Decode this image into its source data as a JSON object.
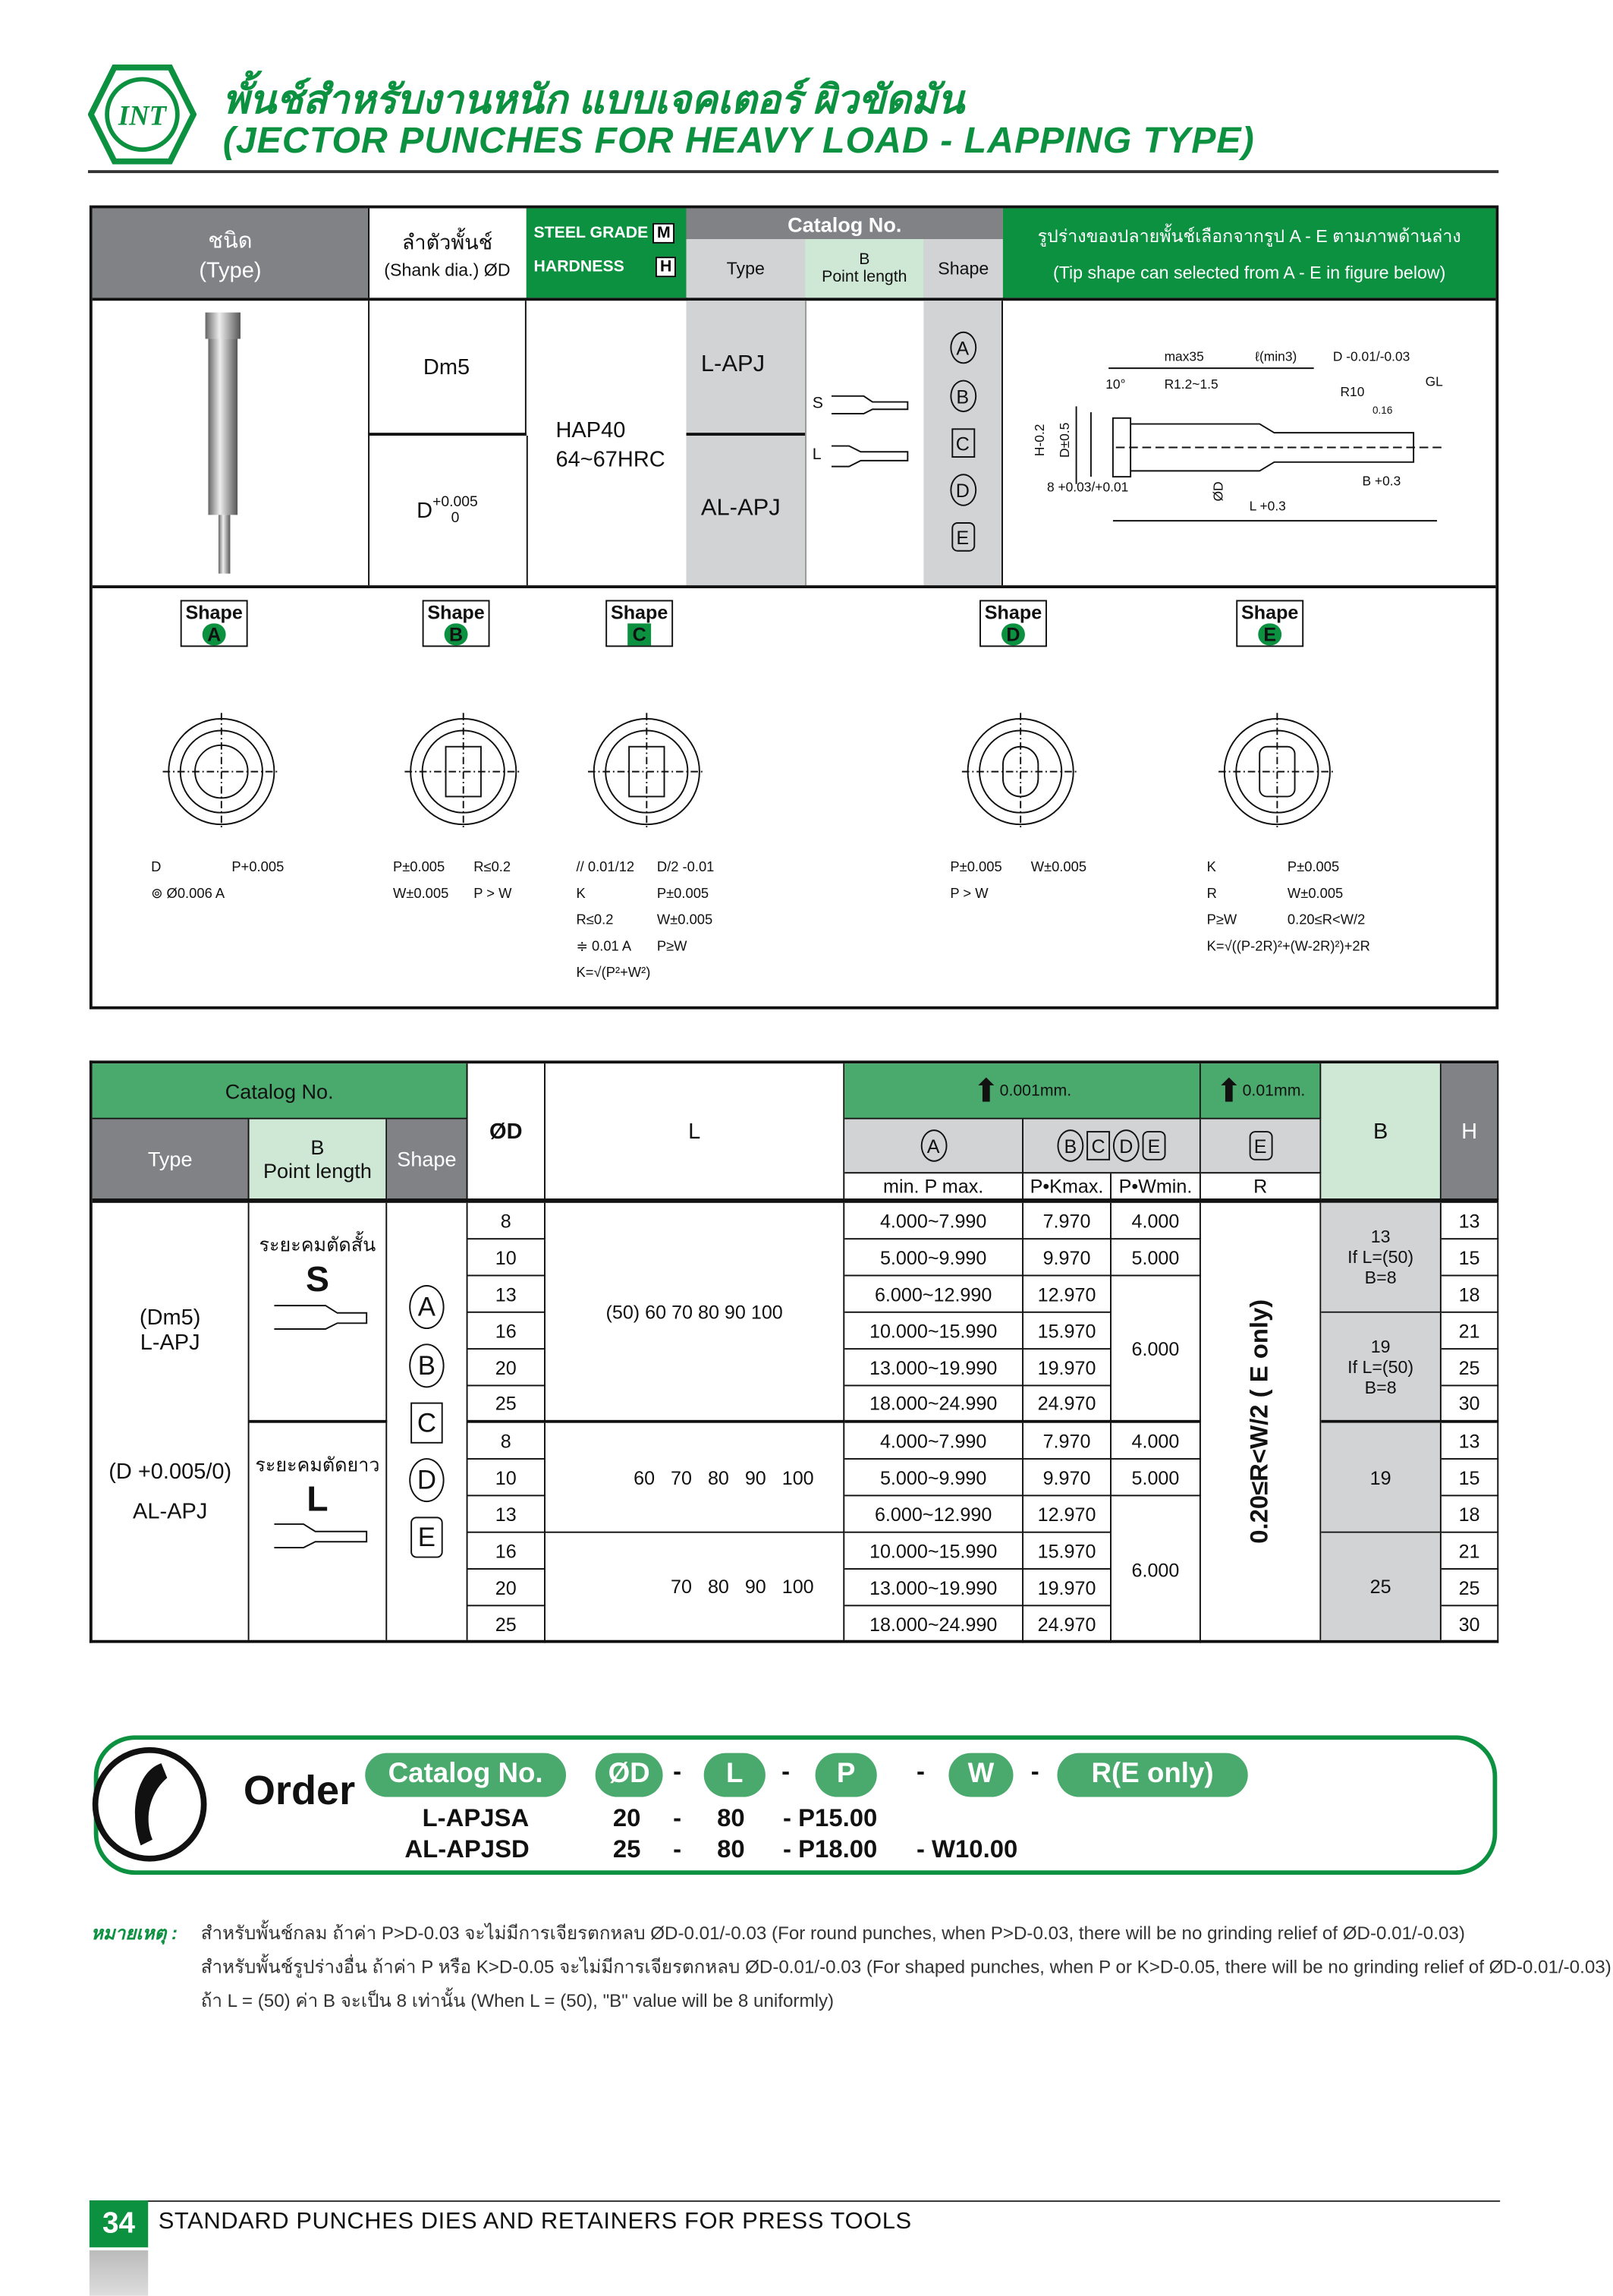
{
  "header": {
    "logo": "INT",
    "title_th": "พั้นช์สำหรับงานหนัก แบบเจคเตอร์ ผิวขัดมัน",
    "title_en": "(JECTOR PUNCHES FOR HEAVY LOAD - LAPPING TYPE)"
  },
  "spec": {
    "type_th": "ชนิด",
    "type_en": "(Type)",
    "shank_th": "ลำตัวพั้นช์",
    "shank_en": "(Shank dia.) ØD",
    "steel_grade": "STEEL GRADE",
    "steel_badge": "M",
    "hardness": "HARDNESS",
    "hardness_badge": "H",
    "catalog_no": "Catalog No.",
    "col_type": "Type",
    "col_b": "B",
    "col_point": "Point length",
    "col_shape": "Shape",
    "tip_th": "รูปร่างของปลายพั้นช์เลือกจากรูป A - E ตามภาพด้านล่าง",
    "tip_en": "(Tip shape can selected from A - E in figure below)",
    "dm5": "Dm5",
    "d_tol": "D",
    "d_tol_up": "+0.005",
    "d_tol_lo": "0",
    "material": "HAP40",
    "hrc": "64~67HRC",
    "type1": "L-APJ",
    "type2": "AL-APJ",
    "s": "S",
    "l": "L",
    "shapes": [
      "A",
      "B",
      "C",
      "D",
      "E"
    ],
    "dims": {
      "max35": "max35",
      "lmin": "ℓ(min3)",
      "dtol": "D -0.01/-0.03",
      "r12": "R1.2~1.5",
      "r10": "R10",
      "gl": "GL",
      "deg": "10°",
      "v016": "0.16",
      "h": "H-0.2",
      "d05": "D±0.5",
      "od": "ØD",
      "l3": "L +0.3",
      "b3": "B +0.3",
      "eight": "8 +0.03/+0.01"
    }
  },
  "shape_figs": [
    {
      "label": "Shape",
      "letter": "A",
      "notes": [
        "D",
        "P+0.005",
        "⊚ Ø0.006 A"
      ]
    },
    {
      "label": "Shape",
      "letter": "B",
      "notes": [
        "P±0.005",
        "R≤0.2",
        "W±0.005",
        "P > W"
      ]
    },
    {
      "label": "Shape",
      "letter": "C",
      "notes": [
        "// 0.01/12",
        "D/2 -0.01",
        "K",
        "P±0.005",
        "R≤0.2",
        "W±0.005",
        "≑ 0.01 A",
        "P≥W",
        "K=√(P²+W²)"
      ]
    },
    {
      "label": "Shape",
      "letter": "D",
      "notes": [
        "P±0.005",
        "W±0.005",
        "P > W"
      ]
    },
    {
      "label": "Shape",
      "letter": "E",
      "notes": [
        "K",
        "P±0.005",
        "R",
        "W±0.005",
        "P≥W",
        "0.20≤R<W/2",
        "K=√((P-2R)²+(W-2R)²)+2R"
      ]
    }
  ],
  "table": {
    "catalog_no": "Catalog No.",
    "type": "Type",
    "b": "B",
    "point_length": "Point length",
    "shape": "Shape",
    "od": "ØD",
    "l": "L",
    "unit1": "0.001mm.",
    "unit2": "0.01mm.",
    "col_b": "B",
    "col_h": "H",
    "shape_a": "A",
    "shapes_bcde": [
      "B",
      "C",
      "D",
      "E"
    ],
    "shape_e": "E",
    "sub_minmax": "min. P max.",
    "sub_pk": "P•Kmax.",
    "sub_pw": "P•Wmin.",
    "sub_r": "R",
    "type1_top": "(Dm5)",
    "type1": "L-APJ",
    "type2_top": "(D +0.005/0)",
    "type2": "AL-APJ",
    "short_th": "ระยะคมตัดสั้น",
    "short": "S",
    "long_th": "ระยะคมตัดยาว",
    "long": "L",
    "r_rule": "0.20≤R<W/2 ( E only)",
    "l_vals1": "(50)   60   70   80   90   100",
    "l_vals2": "60   70   80   90   100",
    "l_vals3": "70   80   90   100",
    "b_groups": [
      {
        "v": "13",
        "note1": "If L=(50)",
        "note2": "B=8"
      },
      {
        "v": "19",
        "note1": "If L=(50)",
        "note2": "B=8"
      },
      {
        "v": "19"
      },
      {
        "v": "25"
      }
    ],
    "rows": [
      {
        "d": "8",
        "p": "4.000~7.990",
        "pk": "7.970",
        "pw": "4.000",
        "h": "13"
      },
      {
        "d": "10",
        "p": "5.000~9.990",
        "pk": "9.970",
        "pw": "5.000",
        "h": "15"
      },
      {
        "d": "13",
        "p": "6.000~12.990",
        "pk": "12.970",
        "pw": "6.000",
        "h": "18"
      },
      {
        "d": "16",
        "p": "10.000~15.990",
        "pk": "15.970",
        "pw": "",
        "h": "21"
      },
      {
        "d": "20",
        "p": "13.000~19.990",
        "pk": "19.970",
        "pw": "",
        "h": "25"
      },
      {
        "d": "25",
        "p": "18.000~24.990",
        "pk": "24.970",
        "pw": "",
        "h": "30"
      },
      {
        "d": "8",
        "p": "4.000~7.990",
        "pk": "7.970",
        "pw": "4.000",
        "h": "13"
      },
      {
        "d": "10",
        "p": "5.000~9.990",
        "pk": "9.970",
        "pw": "5.000",
        "h": "15"
      },
      {
        "d": "13",
        "p": "6.000~12.990",
        "pk": "12.970",
        "pw": "6.000",
        "h": "18"
      },
      {
        "d": "16",
        "p": "10.000~15.990",
        "pk": "15.970",
        "pw": "",
        "h": "21"
      },
      {
        "d": "20",
        "p": "13.000~19.990",
        "pk": "19.970",
        "pw": "",
        "h": "25"
      },
      {
        "d": "25",
        "p": "18.000~24.990",
        "pk": "24.970",
        "pw": "",
        "h": "30"
      }
    ]
  },
  "order": {
    "title": "Order",
    "pills": [
      "Catalog No.",
      "ØD",
      "L",
      "P",
      "W",
      "R(E only)"
    ],
    "dash": "-",
    "ex1": {
      "cat": "L-APJSA",
      "d": "20",
      "l": "80",
      "p": "- P15.00"
    },
    "ex2": {
      "cat": "AL-APJSD",
      "d": "25",
      "l": "80",
      "p": "- P18.00",
      "w": "- W10.00"
    }
  },
  "notes": {
    "label": "หมายเหตุ :",
    "n1": "สำหรับพั้นช์กลม ถ้าค่า P>D-0.03 จะไม่มีการเจียรตกหลบ ØD-0.01/-0.03 (For round punches, when P>D-0.03, there will be no grinding relief of ØD-0.01/-0.03)",
    "n2": "สำหรับพั้นช์รูปร่างอื่น ถ้าค่า P หรือ K>D-0.05 จะไม่มีการเจียรตกหลบ ØD-0.01/-0.03 (For shaped punches, when P or K>D-0.05, there will be no grinding relief of ØD-0.01/-0.03)",
    "n3": "ถ้า L = (50) ค่า B จะเป็น 8 เท่านั้น (When L = (50), \"B\" value will be 8 uniformly)"
  },
  "footer": {
    "page": "34",
    "text": "STANDARD PUNCHES DIES AND RETAINERS FOR PRESS TOOLS"
  }
}
